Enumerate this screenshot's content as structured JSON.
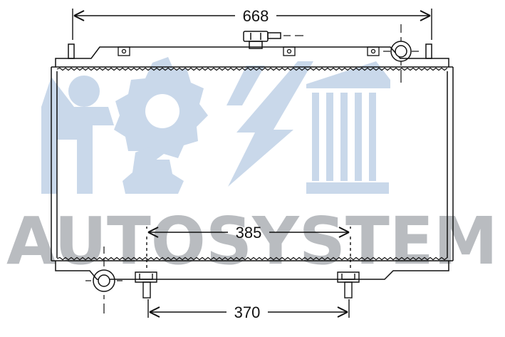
{
  "watermark": {
    "text": "AUTOSYSTEM",
    "color": "#b9bcc0",
    "logo_color": "#c9d8ea",
    "icons": [
      "person-icon",
      "gear-icon",
      "lightning-icon",
      "building-icon"
    ]
  },
  "dimensions": {
    "overall_width": "668",
    "mount_spacing_upper": "385",
    "mount_spacing_lower": "370"
  },
  "colors": {
    "line": "#111111",
    "background": "#ffffff"
  }
}
